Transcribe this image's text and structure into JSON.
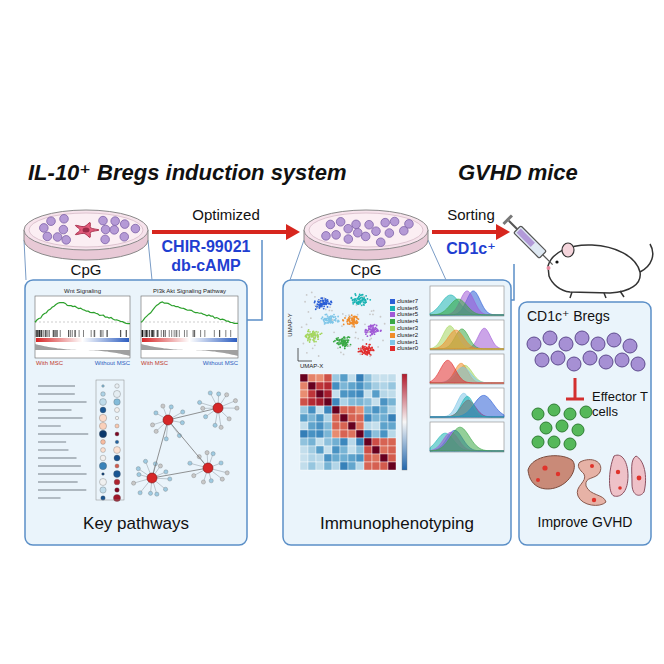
{
  "diagram": {
    "title": "IL-10⁺ Bregs induction system",
    "nodes": [
      {
        "text": [
          "CpG"
        ]
      },
      {
        "text": [
          "CpG"
        ]
      },
      {
        "text": [
          "GVHD mice"
        ]
      },
      {
        "text": [
          "Key pathways"
        ]
      },
      {
        "text": [
          "Immunophenotyping"
        ]
      },
      {
        "text": [
          "CD1c⁺ Bregs",
          "Effector T cells",
          "Improve GVHD"
        ]
      }
    ],
    "edges": [
      {
        "from": 0,
        "to": 1,
        "label": "Optimized",
        "arrow": "to"
      },
      {
        "from": 1,
        "to": 2,
        "label": "Sorting",
        "arrow": "to"
      }
    ],
    "labels": [
      "CHIR-99021",
      "db-cAMP",
      "CD1c⁺",
      "Wnt Signaling",
      "PI3k Akt Signaling Pathway",
      "With MSC",
      "Without MSC",
      "With MSC",
      "Without MSC",
      "UMAP-X",
      "UMAP-Y"
    ],
    "legend": [
      {
        "text": "cluster7",
        "color": "#2c5fd6"
      },
      {
        "text": "cluster6",
        "color": "#19b3b3"
      },
      {
        "text": "cluster5",
        "color": "#a05ad6"
      },
      {
        "text": "cluster4",
        "color": "#3aa845"
      },
      {
        "text": "cluster3",
        "color": "#a4d65e"
      },
      {
        "text": "cluster2",
        "color": "#f08c2a"
      },
      {
        "text": "cluster1",
        "color": "#7fc6e8"
      },
      {
        "text": "cluster0",
        "color": "#e02b2b"
      }
    ]
  }
}
